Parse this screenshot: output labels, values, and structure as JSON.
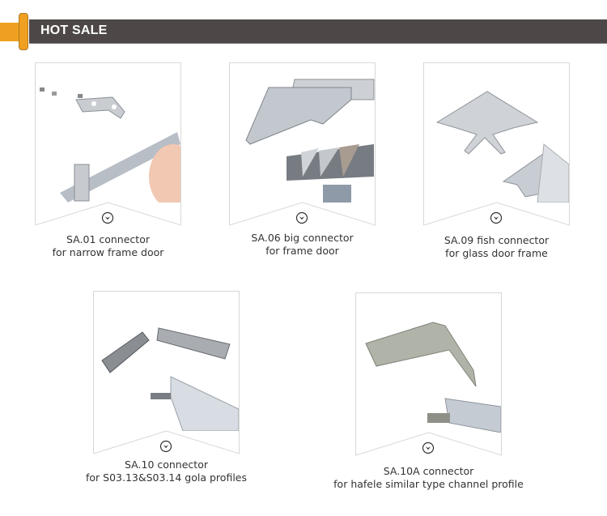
{
  "header": {
    "title": "HOT SALE",
    "colors": {
      "bar": "#4d4847",
      "accent": "#f0a020"
    }
  },
  "products": [
    {
      "code_line": "SA.01 connector",
      "desc_line": "for narrow frame door",
      "icon": "circle-chevron-down-icon"
    },
    {
      "code_line": "SA.06 big connector",
      "desc_line": "for frame door",
      "icon": "circle-chevron-down-icon"
    },
    {
      "code_line": "SA.09 fish connector",
      "desc_line": "for glass door frame",
      "icon": "circle-chevron-down-icon"
    },
    {
      "code_line": "SA.10 connector",
      "desc_line": "for S03.13&S03.14 gola profiles",
      "icon": "circle-chevron-down-icon"
    },
    {
      "code_line": "SA.10A connector",
      "desc_line": "for hafele similar type channel profile",
      "icon": "circle-chevron-down-icon"
    }
  ]
}
